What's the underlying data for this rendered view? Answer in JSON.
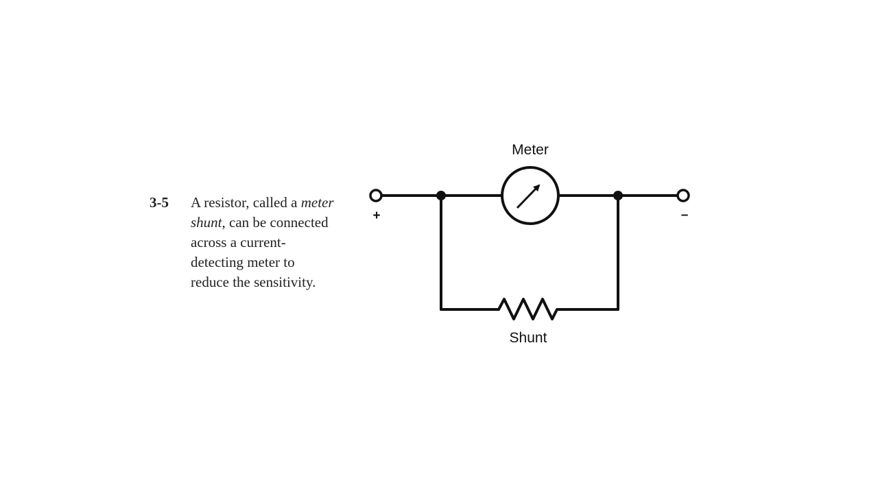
{
  "caption": {
    "number": "3-5",
    "line1_pre": "A resistor, called a ",
    "line1_em": "meter",
    "line2_em": "shunt",
    "line2_post": ", can be connected",
    "line3": "across a current-",
    "line4": "detecting meter to",
    "line5": "reduce the sensitivity."
  },
  "diagram": {
    "meter_label": "Meter",
    "shunt_label": "Shunt",
    "plus_label": "+",
    "minus_label": "–"
  }
}
